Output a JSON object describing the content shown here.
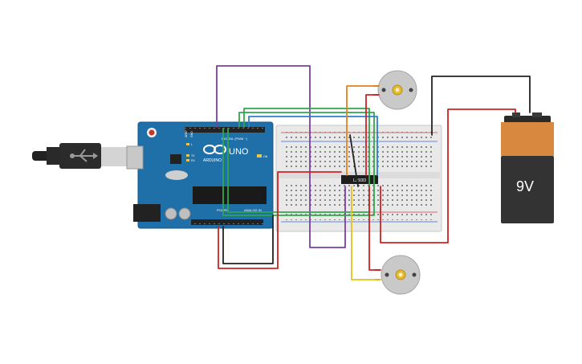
{
  "arduino": {
    "logo_text": "ARDUINO",
    "model": "UNO",
    "digital_label": "DIGITAL (PWM ~)",
    "power_label": "POWER",
    "analog_label": "ANALOG IN",
    "tx_label": "TX",
    "rx_label": "RX",
    "l_label": "L",
    "on_label": "ON",
    "aref_label": "AREF",
    "gnd_label": "GND"
  },
  "motor_driver": {
    "label": "L293D"
  },
  "battery": {
    "label": "9V"
  },
  "colors": {
    "board": "#1f6fa8",
    "breadboard": "#e9e9e9",
    "battery_top": "#d9893f",
    "battery_body": "#333333",
    "wire_purple": "#7b3fa0",
    "wire_green": "#2fa84a",
    "wire_blue": "#2d7fd0",
    "wire_orange": "#e8801c",
    "wire_yellow": "#e8c018",
    "wire_red": "#d42020",
    "wire_black": "#222222"
  }
}
